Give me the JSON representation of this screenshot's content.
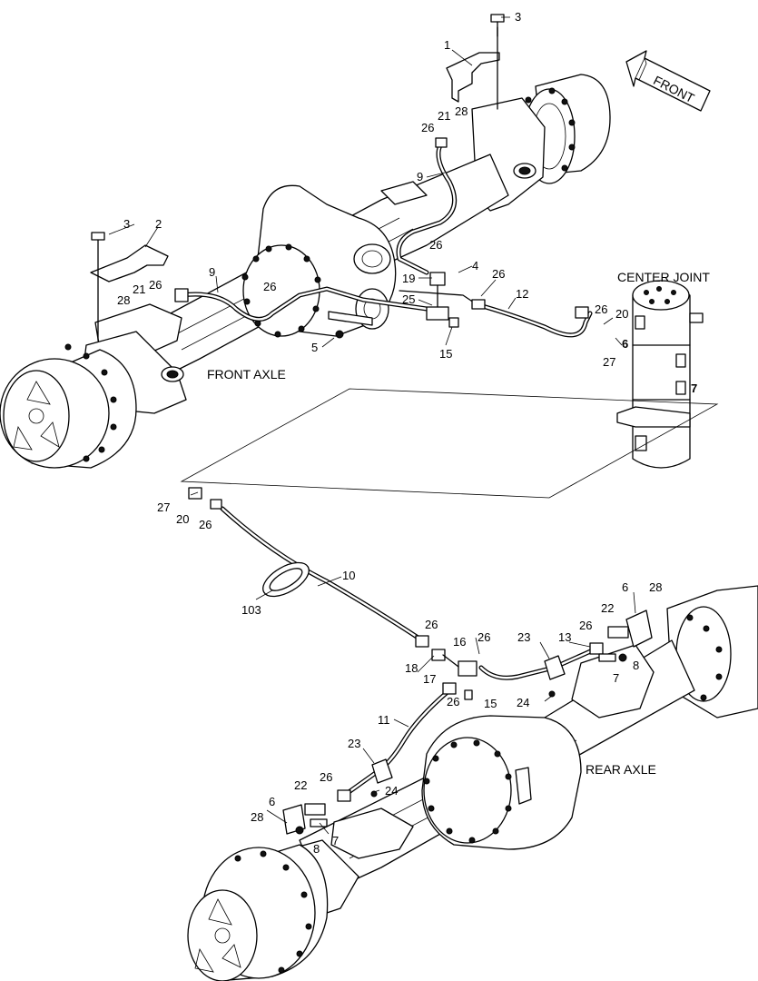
{
  "labels": {
    "front": "FRONT",
    "center_joint": "CENTER JOINT",
    "front_axle": "FRONT AXLE",
    "rear_axle": "REAR AXLE"
  },
  "callouts": {
    "c3a": "3",
    "c1": "1",
    "c28a": "28",
    "c21a": "21",
    "c26a": "26",
    "c9a": "9",
    "c3b": "3",
    "c2": "2",
    "c26b": "26",
    "c9b": "9",
    "c4": "4",
    "c26c": "26",
    "c19": "19",
    "c12": "12",
    "c25": "25",
    "c26d": "26",
    "c21b": "21",
    "c28b": "28",
    "c26e": "26",
    "c5": "5",
    "c15a": "15",
    "c26f": "26",
    "c20a": "20",
    "c6a": "6",
    "c27a": "27",
    "c7a": "7",
    "c27b": "27",
    "c20b": "20",
    "c26g": "26",
    "c10": "10",
    "c103": "103",
    "c26h": "26",
    "c16": "16",
    "c26i": "26",
    "c23a": "23",
    "c13": "13",
    "c26j": "26",
    "c22a": "22",
    "c6b": "6",
    "c28c": "28",
    "c18": "18",
    "c17": "17",
    "c26k": "26",
    "c15b": "15",
    "c24a": "24",
    "c7b": "7",
    "c8a": "8",
    "c11": "11",
    "c23b": "23",
    "c22b": "22",
    "c26l": "26",
    "c24b": "24",
    "c6c": "6",
    "c28d": "28",
    "c8b": "8",
    "c7c": "7"
  }
}
